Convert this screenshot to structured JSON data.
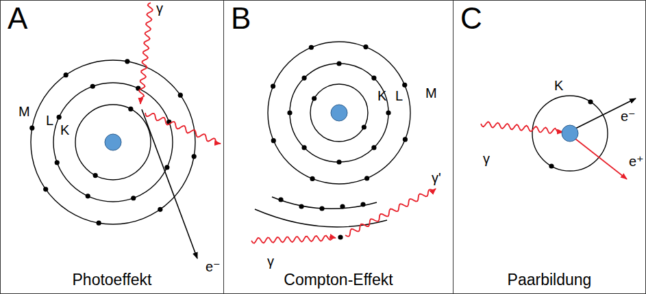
{
  "diagram": {
    "nodes": [
      {
        "text": [
          "A",
          "Photoeffekt"
        ]
      },
      {
        "text": [
          "B",
          "Compton-Effekt"
        ]
      },
      {
        "text": [
          "C",
          "Paarbildung"
        ]
      }
    ],
    "labels": [
      "M",
      "L",
      "K",
      "γ",
      "e⁻",
      "K",
      "L",
      "M",
      "γ'",
      "γ",
      "K",
      "γ",
      "e⁻",
      "e⁺"
    ]
  }
}
